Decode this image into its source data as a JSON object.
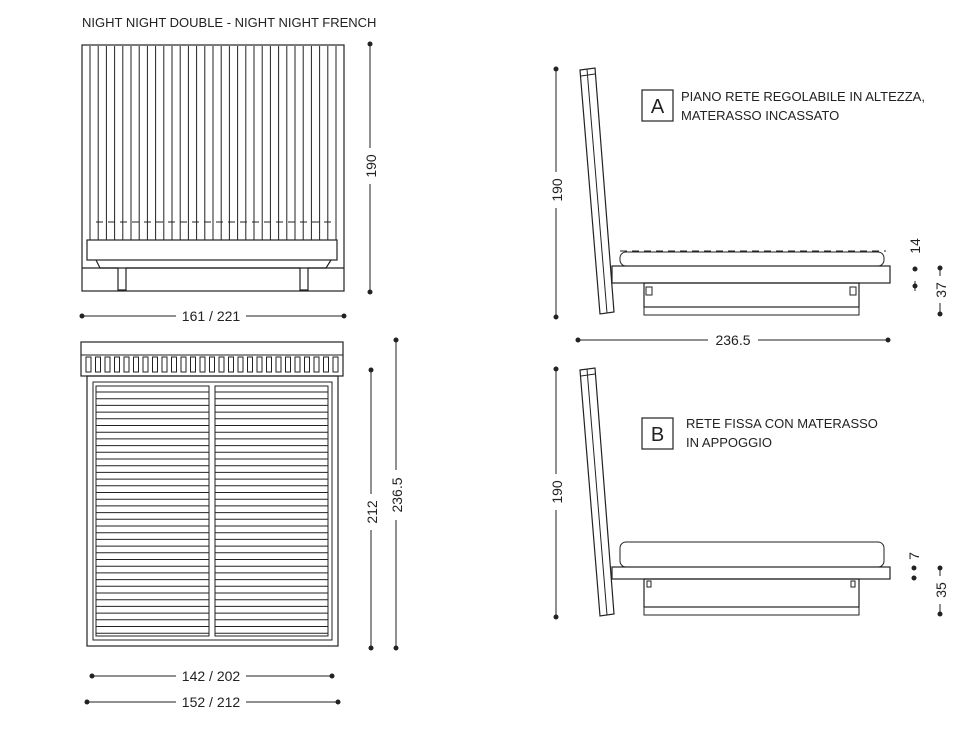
{
  "title": "NIGHT NIGHT DOUBLE - NIGHT NIGHT FRENCH",
  "front_view": {
    "height": "190",
    "width": "161 / 221"
  },
  "plan_view": {
    "inner_length": "212",
    "total_length": "236.5",
    "inner_width": "142 / 202",
    "total_width": "152 / 212"
  },
  "side_a": {
    "badge": "A",
    "note_line1": "PIANO RETE REGOLABILE IN ALTEZZA,",
    "note_line2": "MATERASSO INCASSATO",
    "height": "190",
    "length": "236.5",
    "mattress_height": "14",
    "base_height": "37"
  },
  "side_b": {
    "badge": "B",
    "note_line1": "RETE FISSA CON MATERASSO",
    "note_line2": "IN APPOGGIO",
    "height": "190",
    "mattress_height": "7",
    "base_height": "35"
  }
}
